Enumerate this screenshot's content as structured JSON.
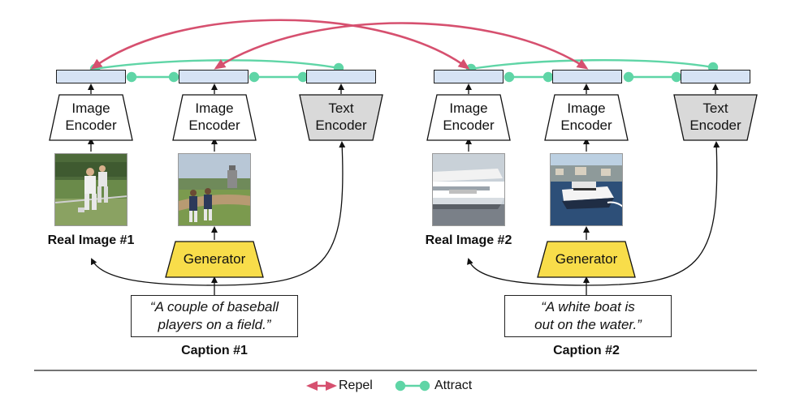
{
  "encoders": {
    "image_encoder_lines": [
      "Image",
      "Encoder"
    ],
    "text_encoder_lines": [
      "Text",
      "Encoder"
    ],
    "generator_label": "Generator"
  },
  "examples": [
    {
      "real_image_label": "Real Image #1",
      "caption_lines": [
        "“A couple of baseball",
        "players on a field.”"
      ],
      "caption_title": "Caption #1"
    },
    {
      "real_image_label": "Real Image #2",
      "caption_lines": [
        "“A white boat is",
        "out on the water.”"
      ],
      "caption_title": "Caption #2"
    }
  ],
  "legend": {
    "repel_label": "Repel",
    "attract_label": "Attract"
  },
  "colors": {
    "repel": "#d6506f",
    "attract": "#5fd5a6",
    "embedding_fill": "#d6e3f4",
    "generator_fill": "#f8dd4a",
    "text_encoder_fill": "#d9d9d9"
  }
}
